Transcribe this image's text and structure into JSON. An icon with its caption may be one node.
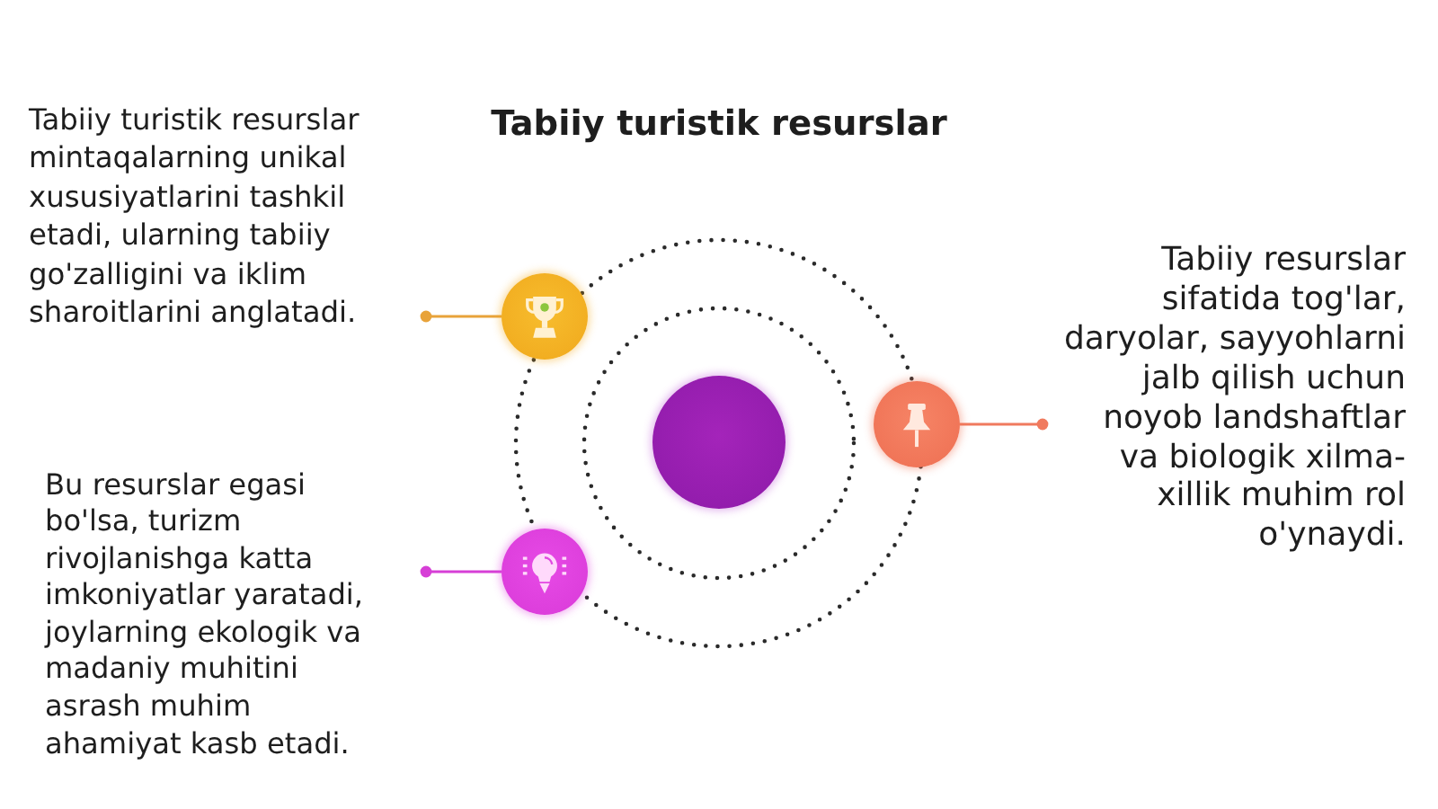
{
  "diagram": {
    "title": "Tabiiy turistik resurslar",
    "nodes": [
      {
        "text": [
          "Tabiiy turistik resurslar mintaqalarning unikal xususiyatlarini tashkil etadi, ularning tabiiy go'zalligini va iklim sharoitlarini anglatadi."
        ]
      },
      {
        "text": [
          "Tabiiy resurslar sifatida tog'lar, daryolar, sayyohlarni jalb qilish uchun noyob landshaftlar va biologik xilma-xillik muhim rol o'ynaydi."
        ]
      },
      {
        "text": [
          "Bu resurslar egasi bo'lsa, turizm rivojlanishga katta imkoniyatlar yaratadi, joylarning ekologik va madaniy muhitini asrash muhim ahamiyat kasb etadi."
        ]
      },
      {
        "text": [],
        "shape": "circle"
      },
      {
        "text": [],
        "shape": "circle"
      },
      {
        "text": [],
        "shape": "circle"
      },
      {
        "text": [],
        "shape": "circle"
      }
    ],
    "edges": [
      {
        "from": 3,
        "to": 0,
        "arrow": "other",
        "color": "#e8a33a"
      },
      {
        "from": 4,
        "to": 1,
        "arrow": "other",
        "color": "#f07a5e"
      },
      {
        "from": 6,
        "to": 2,
        "arrow": "other",
        "color": "#d63fd6"
      }
    ]
  }
}
